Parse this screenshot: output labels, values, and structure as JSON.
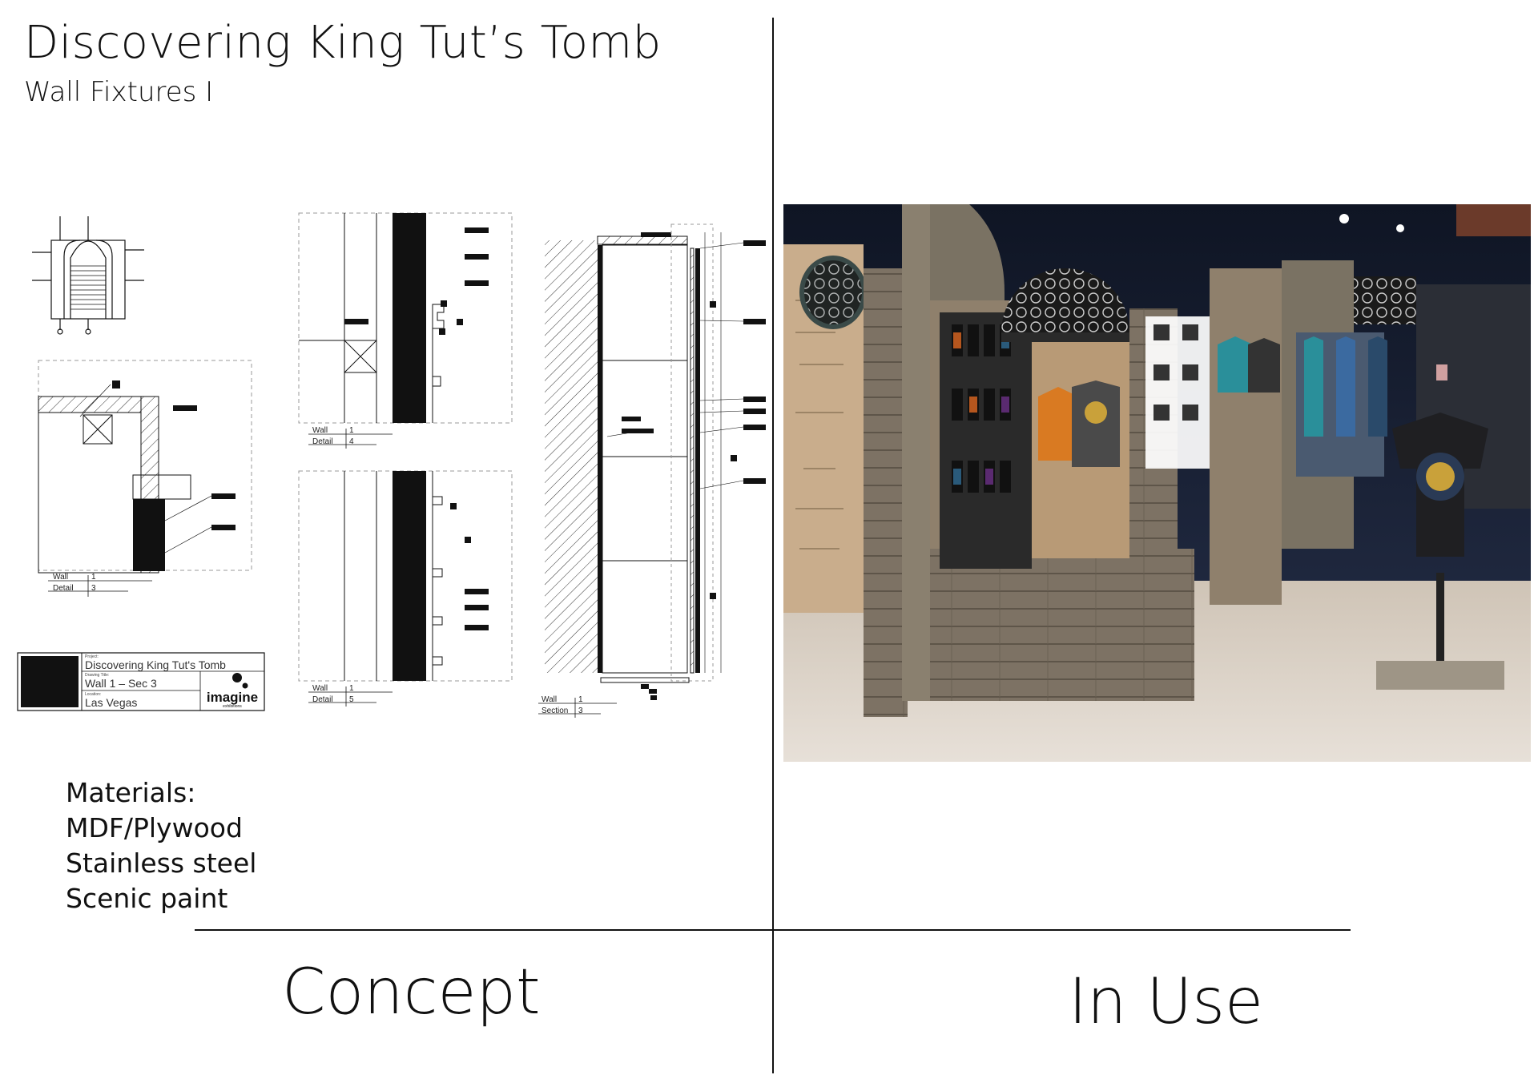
{
  "header": {
    "title": "Discovering King Tut’s Tomb",
    "subtitle": "Wall Fixtures I"
  },
  "materials": {
    "heading": "Materials:",
    "items": [
      "MDF/Plywood",
      "Stainless steel",
      "Scenic paint"
    ]
  },
  "labels": {
    "concept": "Concept",
    "in_use": "In Use"
  },
  "drawing": {
    "detail3": {
      "row1_label": "Wall",
      "row1_value": "1",
      "row2_label": "Detail",
      "row2_value": "3"
    },
    "detail4": {
      "row1_label": "Wall",
      "row1_value": "1",
      "row2_label": "Detail",
      "row2_value": "4"
    },
    "detail5": {
      "row1_label": "Wall",
      "row1_value": "1",
      "row2_label": "Detail",
      "row2_value": "5"
    },
    "section3": {
      "row1_label": "Wall",
      "row1_value": "1",
      "row2_label": "Section",
      "row2_value": "3"
    },
    "title_block": {
      "project_caption": "Project:",
      "project": "Discovering King Tut's Tomb",
      "drawing_caption": "Drawing Title:",
      "drawing_title": "Wall 1 – Sec 3",
      "location_caption": "Location:",
      "location": "Las Vegas",
      "logo_text": "imagine",
      "logo_sub": "exhibitions"
    }
  },
  "colors": {
    "ink": "#111111",
    "wood": "#7d7264",
    "shop_dark": "#1d2230",
    "floor": "#d9d1c8",
    "tee_orange": "#d97a22",
    "tee_teal": "#2a8f9a"
  }
}
